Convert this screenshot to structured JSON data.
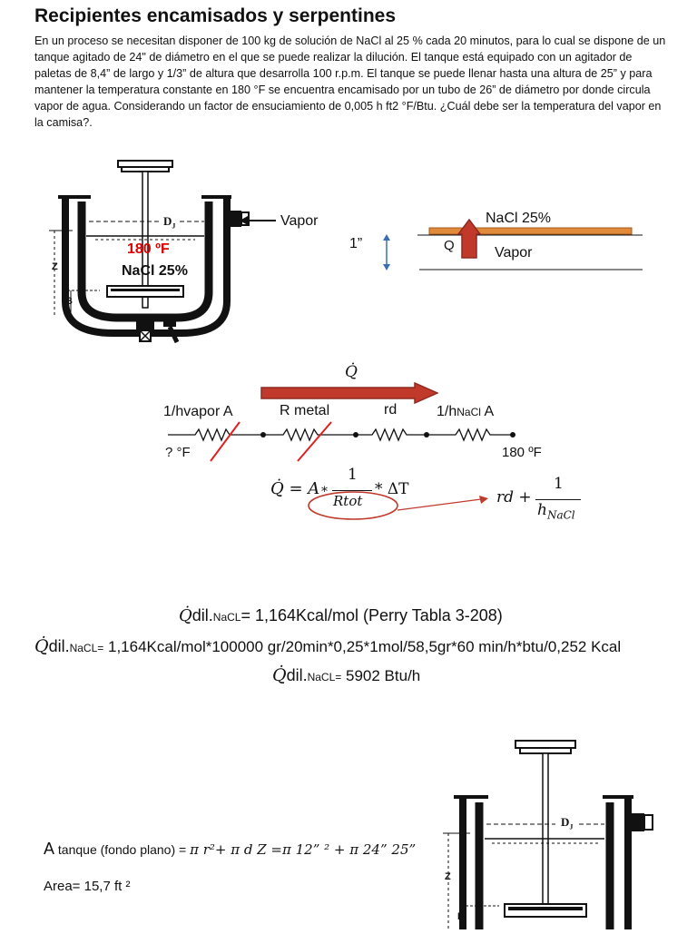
{
  "title": "Recipientes encamisados y serpentines",
  "problem": "En un proceso se necesitan disponer de 100 kg de solución de NaCl al 25 % cada 20 minutos, para lo cual se dispone de un tanque agitado de 24\" de diámetro en el que se puede realizar la dilución. El tanque está equipado con un agitador de paletas de 8,4” de largo y 1/3” de altura que desarrolla 100 r.p.m. El tanque se puede llenar hasta una altura de 25” y para mantener la temperatura constante en 180 °F se encuentra encamisado por un tubo de 26” de diámetro por donde circula vapor de agua. Considerando un factor de ensuciamiento de 0,005 h ft2 °F/Btu. ¿Cuál debe ser la temperatura del vapor en la camisa?.",
  "tank_top": {
    "dj_label": "D",
    "dj_sub": "J",
    "z_label": "Z",
    "b_label": "B",
    "temp_label": "180 ºF",
    "solution_label": "NaCl 25%",
    "vapor_label": "Vapor"
  },
  "wall": {
    "thickness_label": "1”",
    "nacl_label": "NaCl 25%",
    "q_label": "Q",
    "vapor_label": "Vapor"
  },
  "circuit": {
    "qdot": "Q̇",
    "r1": "1/hvapor A",
    "r2": "R metal",
    "r3": "rd",
    "r4_main": "1/h",
    "r4_sub": "NaCl",
    "r4_end": " A",
    "left_temp": "? °F",
    "right_temp": "180 ºF"
  },
  "formula": {
    "lhs": "Q̇ = A",
    "op1": "*",
    "num": "1",
    "den": "Rtot",
    "op2": "* ΔT",
    "rd": "rd +",
    "num2": "1",
    "den2_main": "h",
    "den2_sub": "NaCl"
  },
  "equations": {
    "line1_q": "Q̇",
    "line1_a": "dil.",
    "line1_sub": "NaCL",
    "line1_b": "= 1,164Kcal/mol (Perry Tabla 3-208)",
    "line2_q": "Q̇",
    "line2_a": "dil.",
    "line2_sub": "NaCL=",
    "line2_b": " 1,164Kcal/mol*100000 gr/20min*0,25*1mol/58,5gr*60 min/h*btu/0,252 Kcal",
    "line3_q": "Q̇",
    "line3_a": "dil.",
    "line3_sub": "NaCL=",
    "line3_b": " 5902 Btu/h"
  },
  "area": {
    "a_main": "A",
    "a_sub": " tanque (fondo plano) = ",
    "a_expr": "π r²+ π d Z =π 12” ² + π 24” 25”",
    "result": "Area= 15,7 ft ²"
  },
  "tank_bottom": {
    "dj_label": "D",
    "dj_sub": "J",
    "z_label": "Z",
    "b_label": "B"
  },
  "colors": {
    "red_text": "#e00000",
    "arrow_fill": "#c0392b",
    "arrow_stroke": "#8e2a20",
    "plate": "#e08a3a",
    "blue_arrow": "#3a6fb5",
    "slash": "#e02020",
    "ellipse": "#c0392b"
  }
}
